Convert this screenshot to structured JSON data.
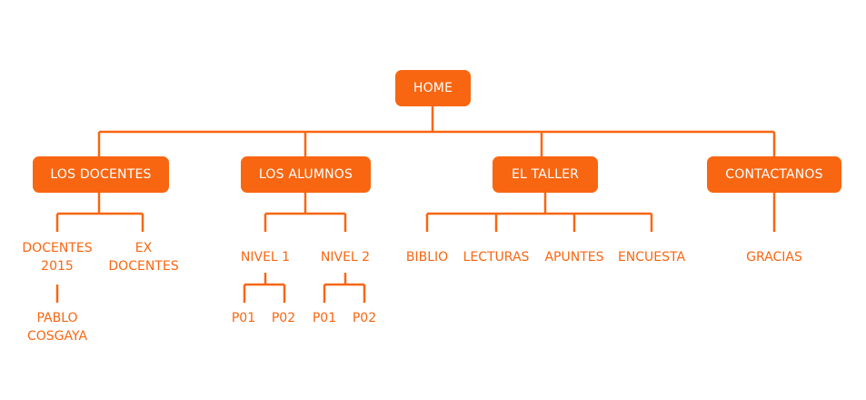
{
  "colors": {
    "accent": "#f96611",
    "text_on_accent": "#ffffff",
    "background": "#ffffff"
  },
  "home": "HOME",
  "sections": [
    {
      "label": "LOS DOCENTES",
      "children": [
        {
          "lines": [
            "DOCENTES",
            "2015"
          ],
          "children": [
            {
              "lines": [
                "PABLO",
                "COSGAYA"
              ]
            }
          ]
        },
        {
          "lines": [
            "EX",
            "DOCENTES"
          ]
        }
      ]
    },
    {
      "label": "LOS ALUMNOS",
      "children": [
        {
          "lines": [
            "NIVEL 1"
          ],
          "children": [
            {
              "lines": [
                "P01"
              ]
            },
            {
              "lines": [
                "P02"
              ]
            }
          ]
        },
        {
          "lines": [
            "NIVEL 2"
          ],
          "children": [
            {
              "lines": [
                "P01"
              ]
            },
            {
              "lines": [
                "P02"
              ]
            }
          ]
        }
      ]
    },
    {
      "label": "EL TALLER",
      "children": [
        {
          "lines": [
            "BIBLIO"
          ]
        },
        {
          "lines": [
            "LECTURAS"
          ]
        },
        {
          "lines": [
            "APUNTES"
          ]
        },
        {
          "lines": [
            "ENCUESTA"
          ]
        }
      ]
    },
    {
      "label": "CONTACTANOS",
      "children": [
        {
          "lines": [
            "GRACIAS"
          ]
        }
      ]
    }
  ]
}
